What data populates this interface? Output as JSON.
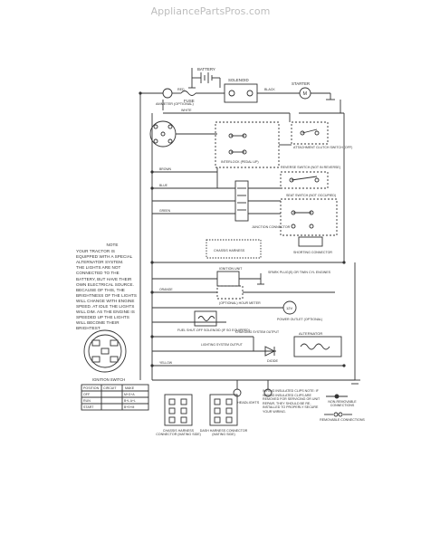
{
  "watermark": "AppliancePartsPros.com",
  "components": {
    "battery": "BATTERY",
    "solenoid": "SOLENOID",
    "starter": "STARTER",
    "starter_symbol": "M",
    "ammeter": "AMMETER (OPTIONAL)",
    "fuse": "FUSE",
    "red": "RED",
    "black": "BLACK",
    "white": "WHITE",
    "attachment_clutch": "ATTACHMENT CLUTCH SWITCH (OFF)",
    "interlock": "INTERLOCK (PEDAL UP)",
    "reverse_switch": "REVERSE SWITCH (NOT IN REVERSE)",
    "seat_switch": "SEAT SWITCH (NOT OCCUPIED)",
    "junction_connector": "JUNCTION CONNECTOR",
    "chassis_harness": "CHASSIS HARNESS",
    "shorting_connector": "SHORTING CONNECTOR",
    "ignition_unit": "IGNITION UNIT",
    "spark_plugs": "SPARK PLUG(S) OR TWIN CYL ENGINES",
    "hour_meter": "(OPTIONAL) HOUR METER",
    "fuel_shutoff": "FUEL SHUT-OFF SOLENOID (IF SO EQUIPPED)",
    "twelve_v": "12V",
    "power_outlet": "POWER OUTLET (OPTIONAL)",
    "diode": "DIODE",
    "alternator": "ALTERNATOR",
    "headlights": "HEADLIGHTS",
    "lighting_output": "LIGHTING SYSTEM OUTPUT",
    "charging_output": "CHARGING SYSTEM OUTPUT",
    "brown": "BROWN",
    "blue": "BLUE",
    "green": "GREEN",
    "orange": "ORANGE",
    "yellow": "YELLOW"
  },
  "note": {
    "title": "NOTE",
    "lines": [
      "YOUR TRACTOR IS",
      "EQUIPPED WITH A SPECIAL",
      "ALTERNATOR SYSTEM.",
      "THE LIGHTS ARE NOT",
      "CONNECTED TO THE",
      "BATTERY, BUT HAVE THEIR",
      "OWN ELECTRICAL SOURCE.",
      "BECAUSE OF THIS, THE",
      "BRIGHTNESS OF THE LIGHTS",
      "WILL CHANGE WITH ENGINE",
      "SPEED. AT IDLE THE LIGHTS",
      "WILL DIM. AS THE ENGINE IS",
      "SPEEDED UP THE LIGHTS",
      "WILL BECOME THEIR",
      "BRIGHTEST."
    ]
  },
  "ignition_switch": {
    "title": "IGNITION SWITCH",
    "headers": [
      "POSITION",
      "CIRCUIT",
      "MAKE"
    ],
    "rows": [
      [
        "OFF",
        "",
        "M+G+A"
      ],
      [
        "RUN",
        "",
        "B+L  A+L"
      ],
      [
        "START",
        "",
        "B+S+M"
      ]
    ]
  },
  "connectors": {
    "chassis": "CHASSIS HARNESS CONNECTOR (MATING SIDE)",
    "dash": "DASH HARNESS CONNECTOR (MATING SIDE)"
  },
  "legend": {
    "non_removable": "NON-REMOVABLE CONNECTIONS",
    "removable": "REMOVABLE CONNECTIONS"
  },
  "wiring_note": "WIRING INSULATED CLIPS NOTE: IF WIRING INSULATED CLIPS ARE REMOVED FOR SERVICING OR UNIT REPAIR, THEY SHOULD BE RE-INSTALLED TO PROPERLY SECURE YOUR WIRING."
}
